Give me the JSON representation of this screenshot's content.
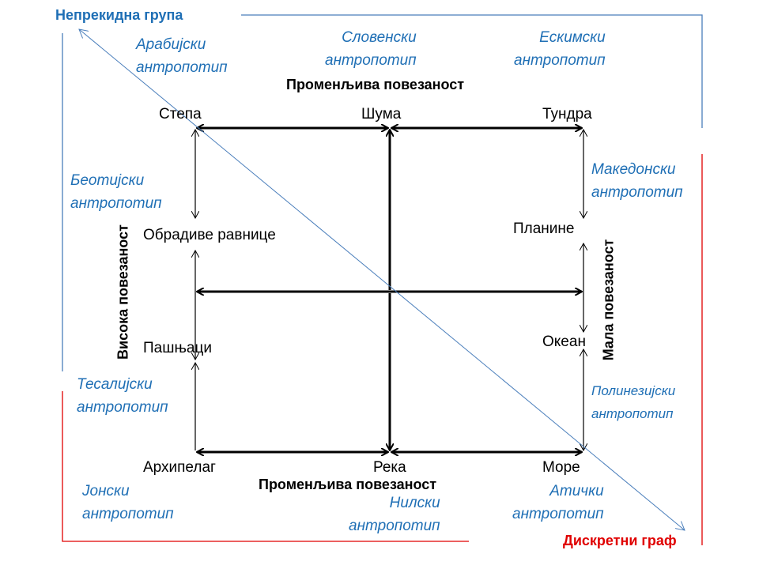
{
  "corners": {
    "continuous": "Непрекидна група",
    "discrete": "Дискретни граф"
  },
  "connectivity": {
    "top": "Променљива повезаност",
    "bottom": "Променљива повезаност",
    "left": "Висока повезаност",
    "right": "Мала повезаност"
  },
  "nodes": {
    "steppe": "Степа",
    "forest": "Шума",
    "tundra": "Тундра",
    "plains": "Обрадиве равнице",
    "mountains": "Планине",
    "pastures": "Пашњаци",
    "ocean": "Океан",
    "archipelago": "Архипелаг",
    "river": "Река",
    "sea": "Море"
  },
  "anthropotypes": {
    "arabic": "Арабијски\nантропотип",
    "slovene": "Словенски\nантропотип",
    "eskimo": "Ескимски\nантропотип",
    "boeotian": "Беотијски\nантропотип",
    "macedonian": "Македонски\nантропотип",
    "thessalian": "Тесалијски\nантропотип",
    "polynesian": "Полинезијски\nантропотип",
    "ionian": "Јонски\nантропотип",
    "nile": "Нилски\nантропотип",
    "attic": "Атички\nантропотип"
  },
  "colors": {
    "blue": "#1f6fb5",
    "red": "#e00000",
    "line": "#4a7ebb"
  }
}
